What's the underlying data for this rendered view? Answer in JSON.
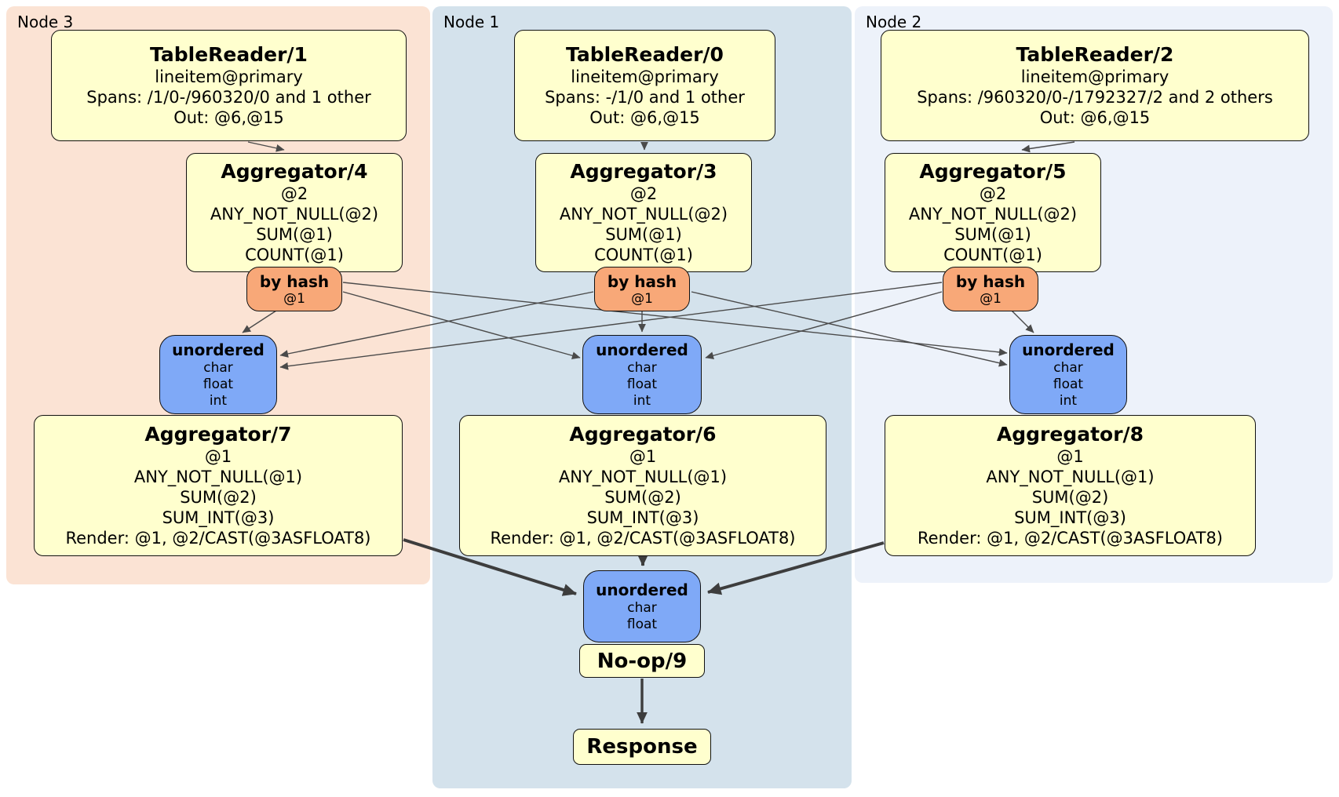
{
  "panels": {
    "node3": {
      "label": "Node 3"
    },
    "node1": {
      "label": "Node 1"
    },
    "node2": {
      "label": "Node 2"
    }
  },
  "processors": {
    "tr1": {
      "title": "TableReader/1",
      "lines": [
        "lineitem@primary",
        "Spans: /1/0-/960320/0 and 1 other",
        "Out: @6,@15"
      ]
    },
    "tr0": {
      "title": "TableReader/0",
      "lines": [
        "lineitem@primary",
        "Spans: -/1/0 and 1 other",
        "Out: @6,@15"
      ]
    },
    "tr2": {
      "title": "TableReader/2",
      "lines": [
        "lineitem@primary",
        "Spans: /960320/0-/1792327/2 and 2 others",
        "Out: @6,@15"
      ]
    },
    "agg4": {
      "title": "Aggregator/4",
      "lines": [
        "@2",
        "ANY_NOT_NULL(@2)",
        "SUM(@1)",
        "COUNT(@1)"
      ]
    },
    "agg3": {
      "title": "Aggregator/3",
      "lines": [
        "@2",
        "ANY_NOT_NULL(@2)",
        "SUM(@1)",
        "COUNT(@1)"
      ]
    },
    "agg5": {
      "title": "Aggregator/5",
      "lines": [
        "@2",
        "ANY_NOT_NULL(@2)",
        "SUM(@1)",
        "COUNT(@1)"
      ]
    },
    "agg7": {
      "title": "Aggregator/7",
      "lines": [
        "@1",
        "ANY_NOT_NULL(@1)",
        "SUM(@2)",
        "SUM_INT(@3)",
        "Render: @1, @2/CAST(@3ASFLOAT8)"
      ]
    },
    "agg6": {
      "title": "Aggregator/6",
      "lines": [
        "@1",
        "ANY_NOT_NULL(@1)",
        "SUM(@2)",
        "SUM_INT(@3)",
        "Render: @1, @2/CAST(@3ASFLOAT8)"
      ]
    },
    "agg8": {
      "title": "Aggregator/8",
      "lines": [
        "@1",
        "ANY_NOT_NULL(@1)",
        "SUM(@2)",
        "SUM_INT(@3)",
        "Render: @1, @2/CAST(@3ASFLOAT8)"
      ]
    },
    "noop": {
      "title": "No-op/9"
    },
    "response": {
      "title": "Response"
    }
  },
  "routers": {
    "byhash4": {
      "title": "by hash",
      "detail": "@1"
    },
    "byhash3": {
      "title": "by hash",
      "detail": "@1"
    },
    "byhash5": {
      "title": "by hash",
      "detail": "@1"
    }
  },
  "syncs": {
    "u3": {
      "title": "unordered",
      "attrs": [
        "char",
        "float",
        "int"
      ]
    },
    "u1": {
      "title": "unordered",
      "attrs": [
        "char",
        "float",
        "int"
      ]
    },
    "u2": {
      "title": "unordered",
      "attrs": [
        "char",
        "float",
        "int"
      ]
    },
    "ufinal": {
      "title": "unordered",
      "attrs": [
        "char",
        "float"
      ]
    }
  },
  "colors": {
    "panel-node3": "#FBE3D4",
    "panel-node1": "#D4E2EC",
    "panel-node2": "#EDF2FA",
    "proc-fill": "#FFFFCE",
    "router-fill": "#F8A878",
    "sync-fill": "#7FA9F7",
    "edge": "#4A4A4A",
    "edge-thick": "#3D3D3D",
    "border": "#111111"
  }
}
